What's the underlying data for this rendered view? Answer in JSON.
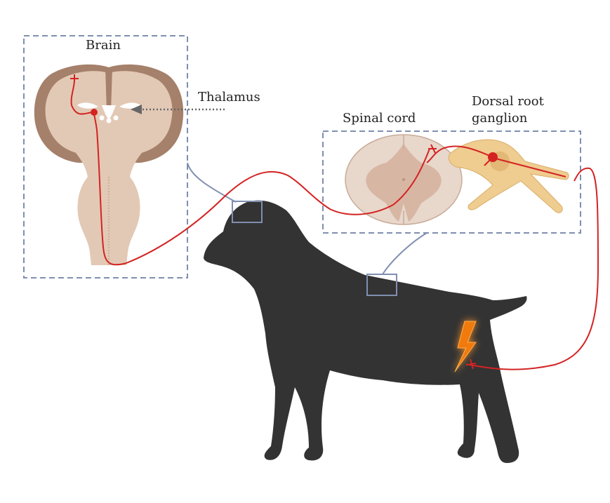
{
  "labels": {
    "brain": "Brain",
    "thalamus": "Thalamus",
    "spinal_cord": "Spinal cord",
    "drg_line1": "Dorsal root",
    "drg_line2": "ganglion"
  },
  "colors": {
    "dog": "#333333",
    "frame": "#7f8fb0",
    "nerve": "#d42323",
    "brain_light": "#e2c9b5",
    "brain_dark": "#a5806a",
    "spinal_grey": "#d8b6a4",
    "ganglion": "#efcc8f",
    "bolt": "#f07a10"
  },
  "icons": {
    "pain_stimulus": "lightning-bolt-icon"
  }
}
